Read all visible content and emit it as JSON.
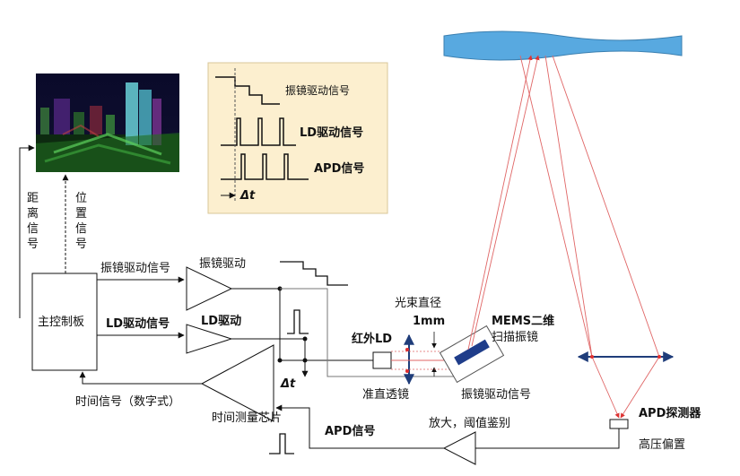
{
  "labels": {
    "distance_signal": [
      "距",
      "离",
      "信",
      "号"
    ],
    "position_signal": [
      "位",
      "置",
      "信",
      "号"
    ],
    "main_board": "主控制板",
    "galvo_drive_signal_left": "振镜驱动信号",
    "galvo_drive_amp": "振镜驱动",
    "ld_drive_signal_left": "LD驱动信号",
    "ld_drive_amp": "LD驱动",
    "time_signal_digital": "时间信号（数字式）",
    "time_measure_chip": "时间测量芯片",
    "delta_t": "Δt",
    "apd_signal_bottom": "APD信号",
    "amplify_threshold": "放大，阈值鉴别",
    "apd_detector": "APD探测器",
    "high_voltage_bias": "高压偏置",
    "ir_ld": "红外LD",
    "beam_diameter_1": "光束直径",
    "beam_diameter_2": "1mm",
    "collimating_lens": "准直透镜",
    "mems_1": "MEMS二维",
    "mems_2": "扫描振镜",
    "galvo_drive_signal_right": "振镜驱动信号"
  },
  "inset": {
    "galvo_drive_signal": "振镜驱动信号",
    "ld_drive_signal": "LD驱动信号",
    "apd_signal": "APD信号",
    "delta_t": "Δt"
  },
  "colors": {
    "inset_bg": "#fcefcf",
    "inset_border": "#d9c79a",
    "target_surface": "#58a9e0",
    "laser": "#e06666",
    "lens_arrow": "#1f3d7a",
    "mems_mirror": "#1f3d8a"
  }
}
